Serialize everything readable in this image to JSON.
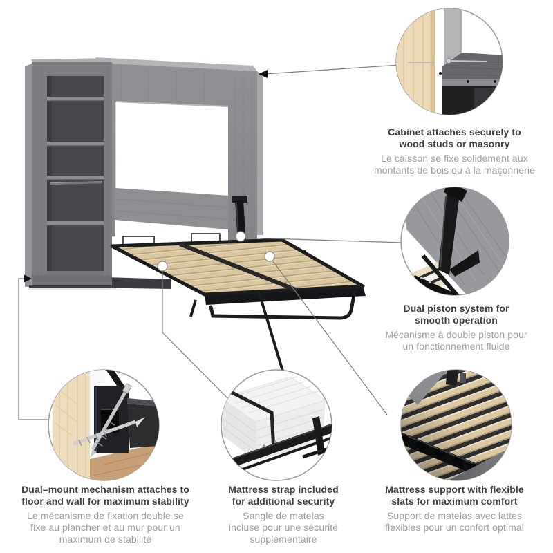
{
  "page": {
    "background": "#ffffff",
    "kind": "product-feature-infographic",
    "product_illustration": "murphy-wall-bed-with-side-shelving-and-fold-down-slat-platform"
  },
  "callouts": [
    {
      "id": "cabinet-attachment",
      "position": "top-right",
      "en": [
        "Cabinet attaches securely to",
        "wood studs or masonry"
      ],
      "fr": [
        "Le caisson se fixe solidement aux",
        "montants de bois ou à la maçonnerie"
      ]
    },
    {
      "id": "dual-piston",
      "position": "middle-right",
      "en": [
        "Dual piston system for",
        "smooth operation"
      ],
      "fr": [
        "Mécanisme à double piston pour",
        "un fonctionnement fluide"
      ]
    },
    {
      "id": "dual-mount",
      "position": "bottom-left",
      "en": [
        "Dual–mount mechanism attaches to",
        "floor and wall for maximum stability"
      ],
      "fr": [
        "Le mécanisme de fixation double se",
        "fixe au plancher et au mur pour un",
        "maximum de stabilité"
      ]
    },
    {
      "id": "mattress-strap",
      "position": "bottom-middle",
      "en": [
        "Mattress strap included",
        "for additional security"
      ],
      "fr": [
        "Sangle de matelas",
        "incluse pour une sécurité",
        "supplémentaire"
      ]
    },
    {
      "id": "mattress-support",
      "position": "bottom-right",
      "en": [
        "Mattress support with flexible",
        "slats for maximum comfort"
      ],
      "fr": [
        "Support de matelas avec lattes",
        "flexibles pour un confort optimal"
      ]
    }
  ],
  "annotations": {
    "arrows": [
      "cabinet-attachment-arrow-icon",
      "dual-mount-arrow-icon"
    ],
    "connector_dots": [
      "piston-connector-dot",
      "slats-connector-dot",
      "frame-connector-dot"
    ]
  },
  "colors": {
    "background": "#ffffff",
    "text_primary": "#3e3e3e",
    "text_secondary": "#9d9d9d",
    "connector_line": "#7d7d7d",
    "circle_border": "#9a9a9a",
    "cabinet_gray": "#8a8b8f",
    "cabinet_interior_dark": "#47484c",
    "slat_tan": "#d9c7a0",
    "frame_black": "#1b1c1e",
    "wood_stud_beige": "#ecdab8",
    "floor_brown": "#c7a077"
  }
}
